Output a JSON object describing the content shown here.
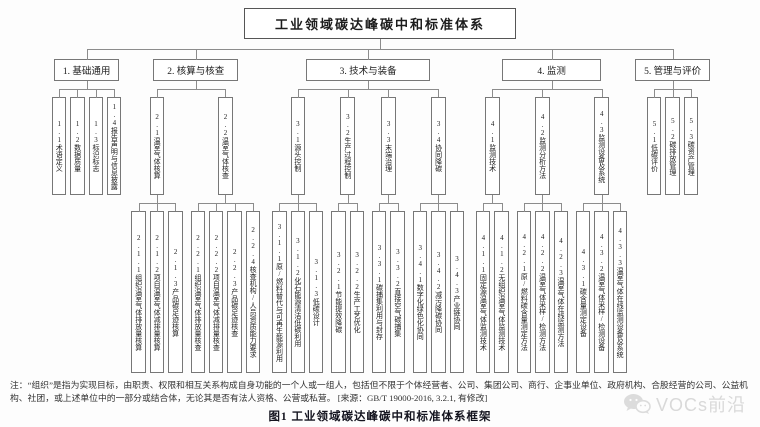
{
  "diagram": {
    "root": "工业领域碳达峰碳中和标准体系",
    "branches": [
      {
        "label": "1. 基础通用",
        "children": [
          {
            "label": "1.1术语定义"
          },
          {
            "label": "1.2数据质量"
          },
          {
            "label": "1.3标识标志"
          },
          {
            "label": "1.4报告声明与信息披露"
          }
        ]
      },
      {
        "label": "2. 核算与核查",
        "children": [
          {
            "label": "2.1温室气体核算",
            "children": [
              {
                "label": "2.1.1组织温室气体排放量核算"
              },
              {
                "label": "2.1.2项目温室气体减排量核算"
              },
              {
                "label": "2.1.3产品碳足迹核算"
              }
            ]
          },
          {
            "label": "2.2温室气体核查",
            "children": [
              {
                "label": "2.2.1组织温室气体排放量核查"
              },
              {
                "label": "2.2.2项目温室气体减排量核查"
              },
              {
                "label": "2.2.3产品碳足迹核查"
              },
              {
                "label": "2.2.4核查机构/人员资质能力要求"
              }
            ]
          }
        ]
      },
      {
        "label": "3. 技术与装备",
        "children": [
          {
            "label": "3.1源头控制",
            "children": [
              {
                "label": "3.1.1原/燃料替代与可再生能源利用"
              },
              {
                "label": "3.1.2化石能源清洁低碳利用"
              },
              {
                "label": "3.1.3低碳设计"
              }
            ]
          },
          {
            "label": "3.2生产过程控制",
            "children": [
              {
                "label": "3.2.1节能提效降碳"
              },
              {
                "label": "3.2.2生产工艺优化"
              }
            ]
          },
          {
            "label": "3.3末端治理",
            "children": [
              {
                "label": "3.3.1碳捕集利用与封存"
              },
              {
                "label": "3.3.2直接空气碳捕集"
              }
            ]
          },
          {
            "label": "3.4协同降碳",
            "children": [
              {
                "label": "3.4.1数字化绿色化协同"
              },
              {
                "label": "3.4.2减污降碳协同"
              },
              {
                "label": "3.4.3产业链协同"
              }
            ]
          }
        ]
      },
      {
        "label": "4. 监测",
        "children": [
          {
            "label": "4.1监测技术",
            "children": [
              {
                "label": "4.1.1固定源温室气体监测技术"
              },
              {
                "label": "4.1.2无组织温室气体监测技术"
              }
            ]
          },
          {
            "label": "4.2监测分析方法",
            "children": [
              {
                "label": "4.2.1原/燃料碳含量测定方法"
              },
              {
                "label": "4.2.2温室气体采样/检测方法"
              },
              {
                "label": "4.2.3温室气体在线监测方法"
              }
            ]
          },
          {
            "label": "4.3监测设备及系统",
            "children": [
              {
                "label": "4.3.1碳含量测定设备"
              },
              {
                "label": "4.3.2温室气体采样/检测设备"
              },
              {
                "label": "4.3.3温室气体在线监测设备及系统"
              }
            ]
          }
        ]
      },
      {
        "label": "5. 管理与评价",
        "children": [
          {
            "label": "5.1低碳评价"
          },
          {
            "label": "5.2碳排放管理"
          },
          {
            "label": "5.3碳资产管理"
          }
        ]
      }
    ]
  },
  "note": {
    "text": "注：“组织”是指为实现目标，由职责、权限和相互关系构成自身功能的一个人或一组人，包括但不限于个体经营者、公司、集团公司、商行、企事业单位、政府机构、合股经营的公司、公益机构、社团，或上述单位中的一部分或结合体，无论其是否有法人资格、公营或私营。",
    "source": "[来源：GB/T 19000-2016, 3.2.1, 有修改]"
  },
  "caption": "图1  工业领域碳达峰碳中和标准体系框架",
  "watermark": "VOCs前沿",
  "colors": {
    "line": "#8c8c8c",
    "box_border": "#777777",
    "watermark": "#d9d9d9"
  }
}
